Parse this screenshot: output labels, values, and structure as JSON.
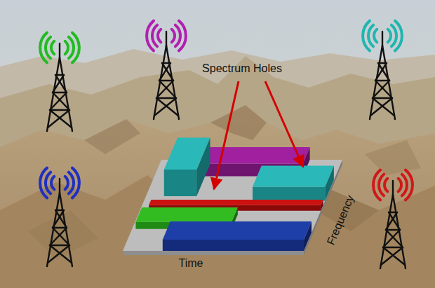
{
  "diagram": {
    "labels": [
      "Spectrum Holes",
      "Time",
      "Frequency"
    ]
  }
}
